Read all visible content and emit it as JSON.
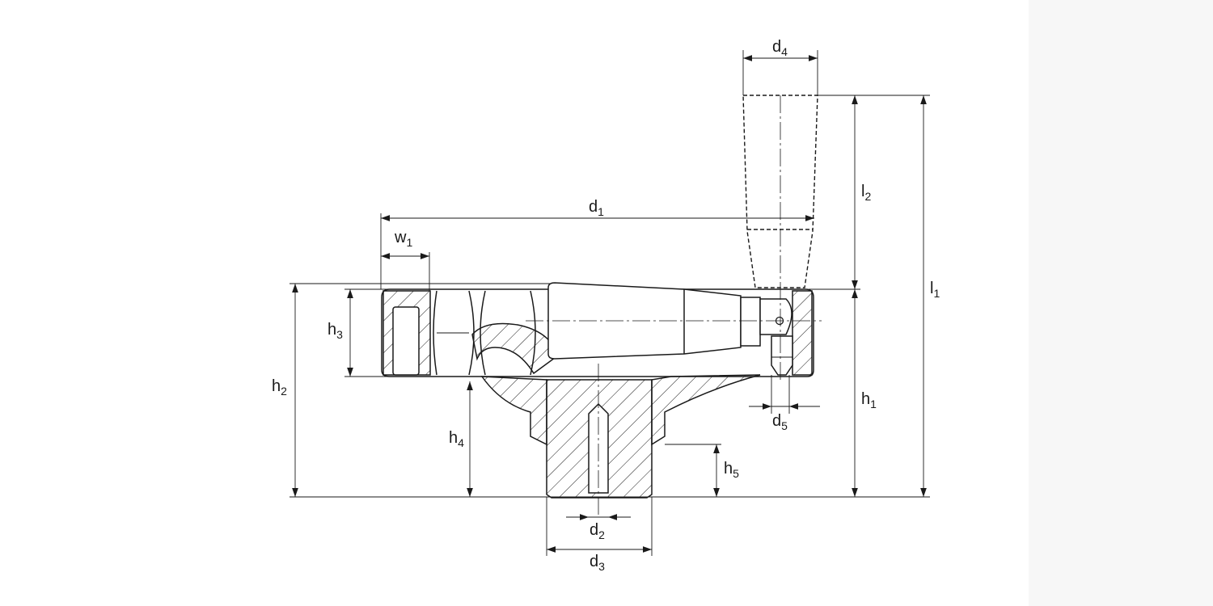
{
  "diagram": {
    "labels": {
      "d1": {
        "main": "d",
        "sub": "1"
      },
      "d2": {
        "main": "d",
        "sub": "2"
      },
      "d3": {
        "main": "d",
        "sub": "3"
      },
      "d4": {
        "main": "d",
        "sub": "4"
      },
      "d5": {
        "main": "d",
        "sub": "5"
      },
      "w1": {
        "main": "w",
        "sub": "1"
      },
      "h1": {
        "main": "h",
        "sub": "1"
      },
      "h2": {
        "main": "h",
        "sub": "2"
      },
      "h3": {
        "main": "h",
        "sub": "3"
      },
      "h4": {
        "main": "h",
        "sub": "4"
      },
      "h5": {
        "main": "h",
        "sub": "5"
      },
      "l1": {
        "main": "l",
        "sub": "1"
      },
      "l2": {
        "main": "l",
        "sub": "2"
      }
    }
  }
}
